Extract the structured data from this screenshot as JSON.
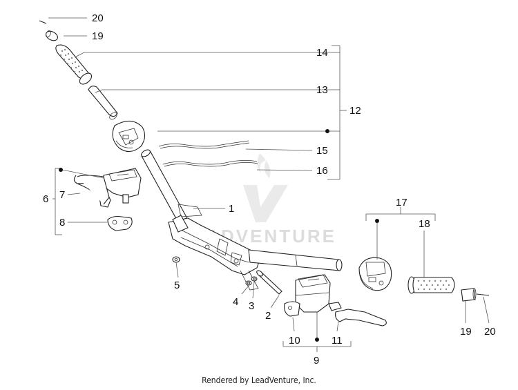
{
  "diagram": {
    "callouts": {
      "c1": "1",
      "c2": "2",
      "c3": "3",
      "c4": "4",
      "c5": "5",
      "c6": "6",
      "c7": "7",
      "c8": "8",
      "c9": "9",
      "c10": "10",
      "c11": "11",
      "c12": "12",
      "c13": "13",
      "c14": "14",
      "c15": "15",
      "c16": "16",
      "c17": "17",
      "c18": "18",
      "c19_top": "19",
      "c19_bottom": "19",
      "c20_top": "20",
      "c20_bottom": "20"
    },
    "watermark_text": "LEADVENTURE"
  },
  "footer": {
    "credit": "Rendered by LeadVenture, Inc."
  }
}
